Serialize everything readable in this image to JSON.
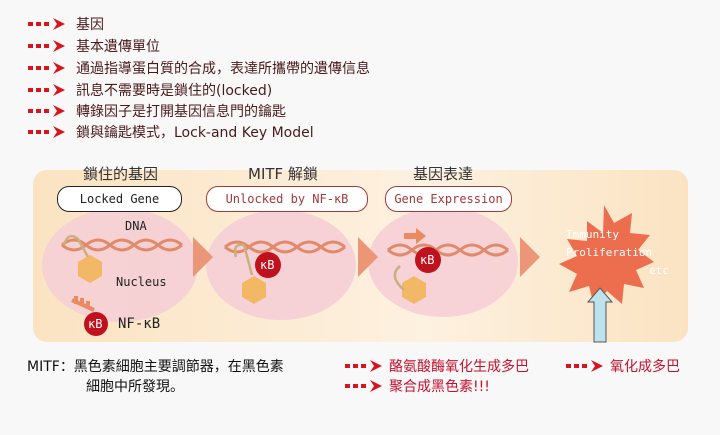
{
  "bullets": [
    "基因",
    "基本遺傳單位",
    "通過指導蛋白質的合成，表達所攜帶的遺傳信息",
    "訊息不需要時是鎖住的(locked)",
    "轉錄因子是打開基因信息門的鑰匙",
    "鎖與鑰匙模式，Lock-and Key Model"
  ],
  "diagram": {
    "stage_titles": [
      "鎖住的基因",
      "MITF 解鎖",
      "基因表達"
    ],
    "bubbles": [
      "Locked Gene",
      "Unlocked by NF-κB",
      "Gene Expression"
    ],
    "dna_label": "DNA",
    "nucleus_label": "Nucleus",
    "kb": "κB",
    "nfkb_label": "NF-κB",
    "outcome": [
      "Immunity",
      "Proliferation",
      "etc"
    ]
  },
  "footer": {
    "mitf_line1": "MITF：黑色素細胞主要調節器，在黑色素",
    "mitf_line2": "細胞中所發現。",
    "step1": "酪氨酸酶氧化生成多巴",
    "step2": "氧化成多巴",
    "step3": "聚合成黑色素!!!"
  },
  "colors": {
    "arrow": "#d7141f",
    "accent": "#e8735a"
  }
}
